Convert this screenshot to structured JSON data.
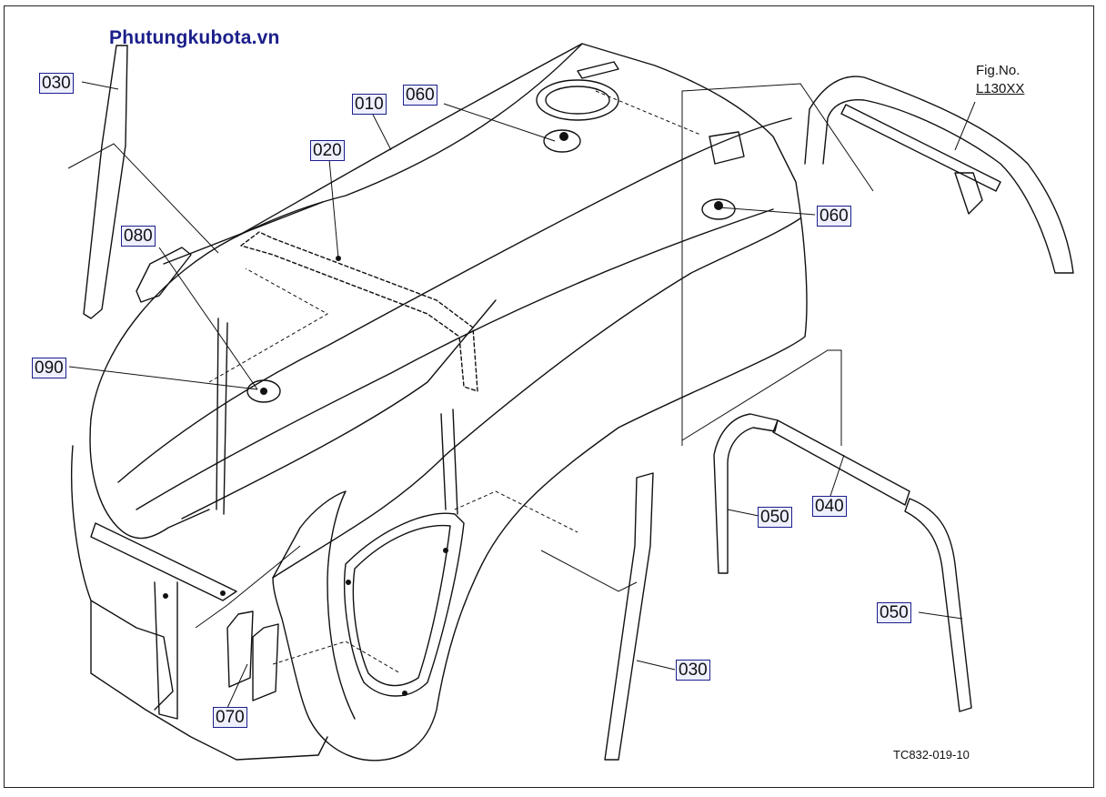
{
  "watermark": "Phutungkubota.vn",
  "figure": {
    "label": "Fig.No.",
    "code": "L130XX"
  },
  "reference_code": "TC832-019-10",
  "callouts": [
    {
      "id": "c030a",
      "text": "030"
    },
    {
      "id": "c010",
      "text": "010"
    },
    {
      "id": "c060a",
      "text": "060"
    },
    {
      "id": "c020",
      "text": "020"
    },
    {
      "id": "c080",
      "text": "080"
    },
    {
      "id": "c090",
      "text": "090"
    },
    {
      "id": "c060b",
      "text": "060"
    },
    {
      "id": "c040",
      "text": "040"
    },
    {
      "id": "c050a",
      "text": "050"
    },
    {
      "id": "c050b",
      "text": "050"
    },
    {
      "id": "c030b",
      "text": "030"
    },
    {
      "id": "c070",
      "text": "070"
    }
  ],
  "colors": {
    "callout_border": "#1b1f8a",
    "callout_fill": "#eef0ff",
    "watermark": "#1b1f8a",
    "line": "#111111"
  }
}
